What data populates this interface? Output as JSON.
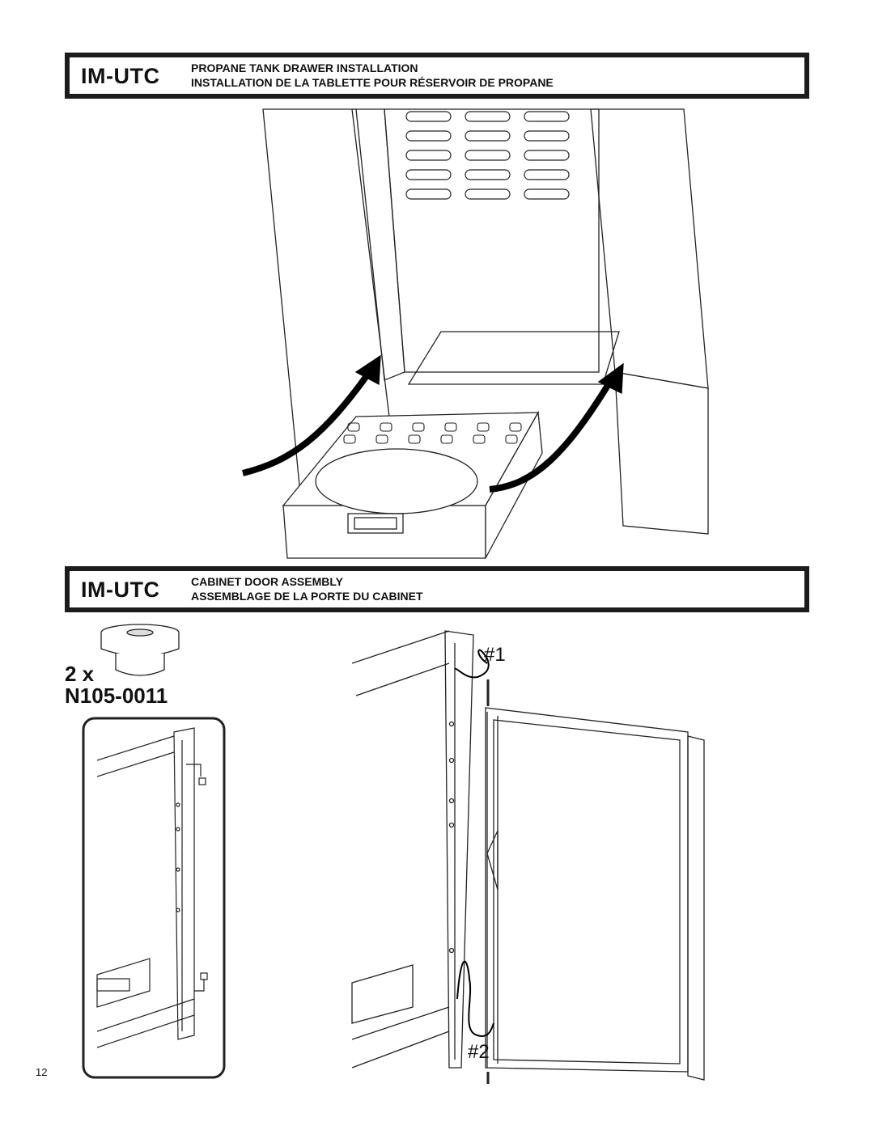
{
  "section_1": {
    "model": "IM-UTC",
    "title_en": "PROPANE TANK DRAWER INSTALLATION",
    "title_fr": "INSTALLATION DE LA TABLETTE POUR RÉSERVOIR DE PROPANE"
  },
  "section_2": {
    "model": "IM-UTC",
    "title_en": "CABINET DOOR ASSEMBLY",
    "title_fr": "ASSEMBLAGE DE LA PORTE DU CABINET",
    "hardware_quantity": "2 x",
    "hardware_part_number": "N105-0011",
    "step_1_label": "#1",
    "step_2_label": "#2"
  },
  "page_number": "12"
}
